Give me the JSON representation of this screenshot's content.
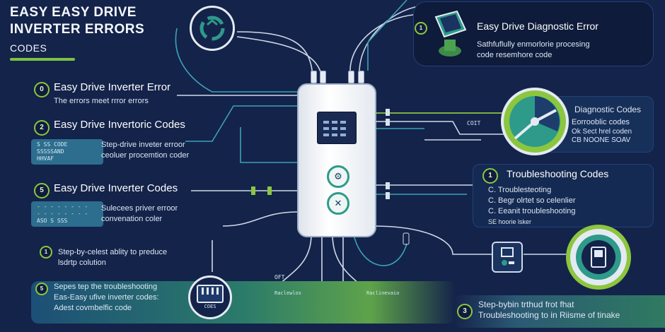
{
  "title": {
    "line1": "EASY EASY DRIVE",
    "line2": "INVERTER ERRORS",
    "line3": "CODES"
  },
  "left": {
    "items": [
      {
        "badge": "0",
        "heading": "Easy Drive Inverter Error",
        "text": "The errors meet rrror errors"
      },
      {
        "badge": "2",
        "heading": "Easy Drive Invertoric Codes",
        "code_lines": [
          "S SS CODE",
          "SSSSSAND",
          "HHVAF"
        ],
        "text_lines": [
          "Step-drive inveter erroor",
          "ceoluer procemtion coder"
        ]
      },
      {
        "badge": "5",
        "heading": "Easy Drive Inverter Codes",
        "code_lines": [
          "- - - - - - - -",
          "- - - - - - - -",
          "ASO S SSS"
        ],
        "text_lines": [
          "Sulecees priver erroor",
          "convenation coler"
        ]
      },
      {
        "badge": "1",
        "text_lines": [
          "Step-by-celest ablity to preduce",
          "lsdrtp colution"
        ]
      },
      {
        "badge": "5",
        "text_lines": [
          "Sepes tep the troubleshooting",
          "Eas-Easy ufive inverter codes:",
          "Adest covmbelfic code"
        ]
      }
    ]
  },
  "center": {
    "label_cort": "COIT",
    "label_oft": "OFT",
    "label_bottom1": "Raclewlos",
    "label_bottom2": "Raclinevaio",
    "bottom_icon_text": "COES"
  },
  "right": {
    "top": {
      "badge": "1",
      "heading": "Easy Drive Diagnostic Error",
      "text_lines": [
        "Sathfuflully enmorlorie procesing",
        "code resemhore code"
      ]
    },
    "diag": {
      "heading": "Diagnostic Codes",
      "lines": [
        "Eorrooblic codes",
        "Ok Sect hrel coden",
        "CB NOONE SOAV"
      ]
    },
    "trouble": {
      "badge": "1",
      "heading": "Troubleshooting Codes",
      "lines": [
        "C. Troublesteoting",
        "C. Begr olrtet so celenlier",
        "C. Eeanit troubleshooting",
        "SE hoorie lsker"
      ]
    },
    "bottom": {
      "badge": "3",
      "text_lines": [
        "Step-bybin trthud frot fhat",
        "Troubleshooting to in Riisme of tinake"
      ]
    }
  },
  "colors": {
    "background": "#14234a",
    "green": "#8cc63f",
    "teal": "#2e9a8a",
    "panel": "#0e1b3a"
  }
}
